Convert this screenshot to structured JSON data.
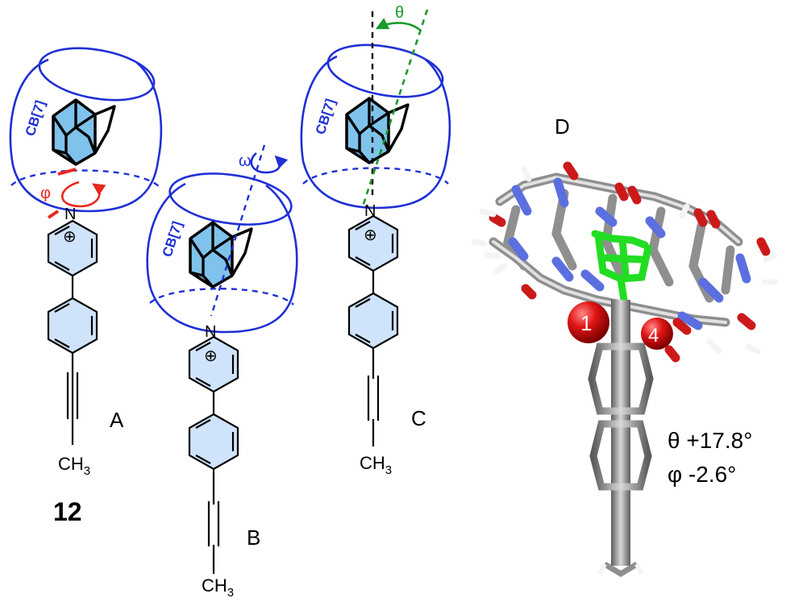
{
  "panels": [
    {
      "id": "A",
      "label": "A",
      "host_label": "CB[7]",
      "cation_symbol": "⊕",
      "nitrogen": "N",
      "terminal_group": "CH",
      "terminal_subscript": "3",
      "rotation_symbol": "φ"
    },
    {
      "id": "B",
      "label": "B",
      "host_label": "CB[7]",
      "cation_symbol": "⊕",
      "nitrogen": "N",
      "terminal_group": "CH",
      "terminal_subscript": "3",
      "rotation_symbol": "ω"
    },
    {
      "id": "C",
      "label": "C",
      "host_label": "CB[7]",
      "cation_symbol": "⊕",
      "nitrogen": "N",
      "terminal_group": "CH",
      "terminal_subscript": "3",
      "rotation_symbol": "θ"
    },
    {
      "id": "D",
      "label": "D"
    }
  ],
  "compound_number": "12",
  "angles": {
    "theta": {
      "symbol": "θ",
      "value": "+17.8°"
    },
    "phi": {
      "symbol": "φ",
      "value": "-2.6°"
    }
  },
  "atom_markers": [
    "1",
    "4"
  ],
  "colors": {
    "host": "#1f2fd6",
    "phi_marker": "#e8281e",
    "theta_marker": "#1a9a2a",
    "ring_fill": "#cfe3fb",
    "adamantane_fill": "#7fc3ec",
    "oxygen": "#cc1a1a",
    "nitrogen_atoms": "#5b6fe0",
    "carbon": "#8a8a8a",
    "guest_highlight": "#22dd22"
  }
}
